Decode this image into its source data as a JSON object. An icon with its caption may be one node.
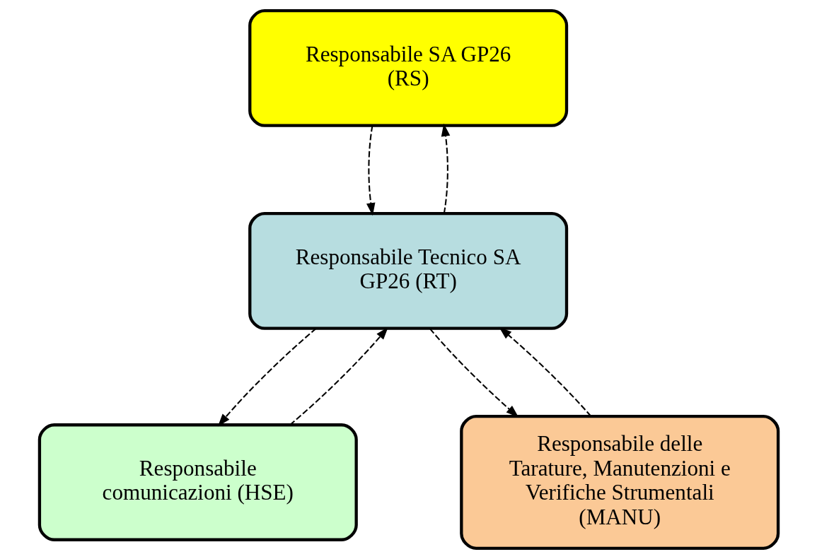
{
  "diagram": {
    "nodes": [
      {
        "text": [
          "Responsabile SA GP26 (RS)"
        ]
      },
      {
        "text": [
          "Responsabile Tecnico SA GP26 (RT)"
        ]
      },
      {
        "text": [
          "Responsabile comunicazioni (HSE)"
        ]
      },
      {
        "text": [
          "Responsabile delle Tarature, Manutenzioni e Verifiche Strumentali (MANU)"
        ]
      }
    ],
    "edges": [
      {
        "from": 0,
        "to": 1,
        "arrow": "to",
        "style": "dashed"
      },
      {
        "from": 1,
        "to": 0,
        "arrow": "to",
        "style": "dashed"
      },
      {
        "from": 1,
        "to": 2,
        "arrow": "to",
        "style": "dashed"
      },
      {
        "from": 2,
        "to": 1,
        "arrow": "to",
        "style": "dashed"
      },
      {
        "from": 1,
        "to": 3,
        "arrow": "to",
        "style": "dashed"
      },
      {
        "from": 3,
        "to": 1,
        "arrow": "to",
        "style": "dashed"
      }
    ]
  }
}
